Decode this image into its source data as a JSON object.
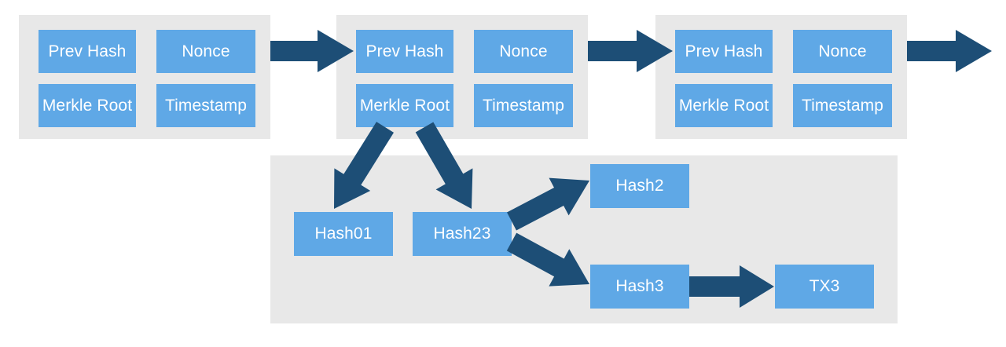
{
  "colors": {
    "panel": "#e8e8e8",
    "box": "#5fa8e6",
    "box_text": "#ffffff",
    "arrow": "#1d4e76"
  },
  "blocks": [
    {
      "prev_hash": "Prev Hash",
      "nonce": "Nonce",
      "merkle_root": "Merkle Root",
      "timestamp": "Timestamp"
    },
    {
      "prev_hash": "Prev Hash",
      "nonce": "Nonce",
      "merkle_root": "Merkle Root",
      "timestamp": "Timestamp"
    },
    {
      "prev_hash": "Prev Hash",
      "nonce": "Nonce",
      "merkle_root": "Merkle Root",
      "timestamp": "Timestamp"
    }
  ],
  "merkle_tree": {
    "hash01": "Hash01",
    "hash23": "Hash23",
    "hash2": "Hash2",
    "hash3": "Hash3",
    "tx3": "TX3"
  }
}
